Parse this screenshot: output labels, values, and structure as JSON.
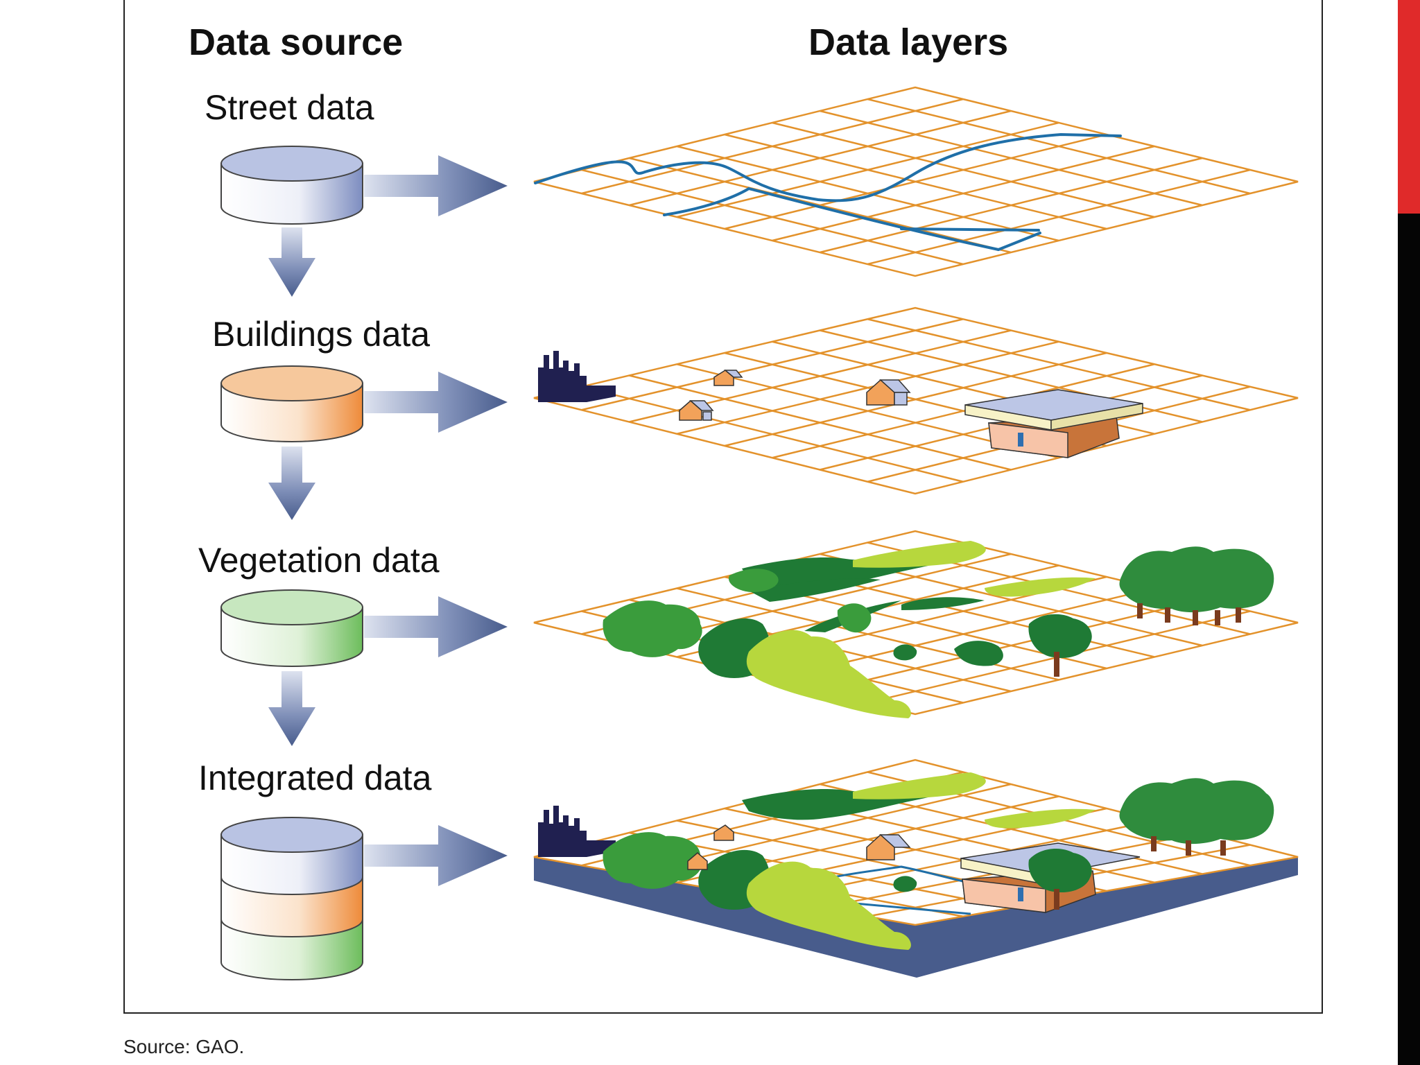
{
  "headings": {
    "source": "Data source",
    "layers": "Data layers"
  },
  "sources": [
    {
      "label": "Street data",
      "color": "#b9c3e3"
    },
    {
      "label": "Buildings data",
      "color": "#f1a86a"
    },
    {
      "label": "Vegetation data",
      "color": "#9fd28f"
    },
    {
      "label": "Integrated data",
      "color": "#b9c3e3"
    }
  ],
  "layers": [
    {
      "name": "street-layer"
    },
    {
      "name": "buildings-layer"
    },
    {
      "name": "vegetation-layer"
    },
    {
      "name": "integrated-layer"
    }
  ],
  "footer": {
    "source_note": "Source: GAO."
  },
  "colors": {
    "grid": "#e3922b",
    "arrow": "#485c8c",
    "street": "#1f6fa8",
    "tree_dark": "#1f7a35",
    "tree_mid": "#3a9c3c",
    "tree_light": "#b7d73d",
    "slab": "#485c8c",
    "skyline": "#202050",
    "accent_red": "#e02a2a"
  }
}
